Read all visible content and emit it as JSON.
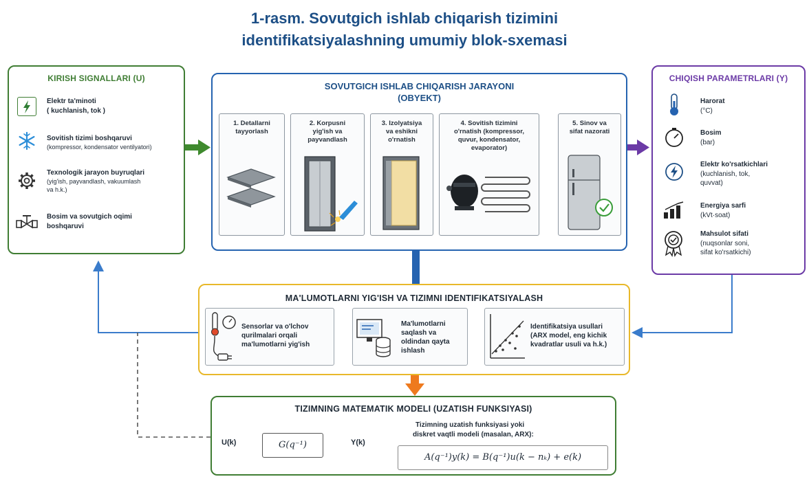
{
  "title": {
    "line1": "1-rasm. Sovutgich ishlab chiqarish tizimini",
    "line2": "identifikatsiyalashning umumiy blok-sxemasi"
  },
  "inputs": {
    "title": "KIRISH SIGNALLARI (U)",
    "items": [
      {
        "icon": "lightning-icon",
        "line1": "Elektr ta'minoti",
        "line2": "( kuchlanish, tok )"
      },
      {
        "icon": "snowflake-icon",
        "line1": "Sovitish tizimi boshqaruvi",
        "line2": "(kompressor, kondensator ventilyatori)"
      },
      {
        "icon": "gear-icon",
        "line1": "Texnologik jarayon buyruqlari",
        "line2": "(yig'ish, payvandlash, vakuumlash",
        "line3": "va h.k.)"
      },
      {
        "icon": "valve-icon",
        "line1": "Bosim va sovutgich oqimi",
        "line2": "boshqaruvi"
      }
    ]
  },
  "process": {
    "title1": "SOVUTGICH ISHLAB CHIQARISH JARAYONI",
    "title2": "(OBYEKT)",
    "steps": [
      {
        "l1": "1. Detallarni",
        "l2": "tayyorlash",
        "l3": "",
        "l4": ""
      },
      {
        "l1": "2. Korpusni",
        "l2": "yig'ish va",
        "l3": "payvandlash",
        "l4": ""
      },
      {
        "l1": "3. Izolyatsiya",
        "l2": "va eshikni",
        "l3": "o'rnatish",
        "l4": ""
      },
      {
        "l1": "4. Sovitish tizimini",
        "l2": "o'rnatish (kompressor,",
        "l3": "quvur, kondensator,",
        "l4": "evaporator)"
      },
      {
        "l1": "5. Sinov va",
        "l2": "sifat nazorati",
        "l3": "",
        "l4": ""
      }
    ]
  },
  "outputs": {
    "title": "CHIQISH PARAMETRLARI (Y)",
    "items": [
      {
        "icon": "thermometer-icon",
        "line1": "Harorat",
        "line2": "(°C)",
        "line3": ""
      },
      {
        "icon": "gauge-icon",
        "line1": "Bosim",
        "line2": "(bar)",
        "line3": ""
      },
      {
        "icon": "lightning-circle-icon",
        "line1": "Elektr ko'rsatkichlari",
        "line2": "(kuchlanish, tok,",
        "line3": "quvvat)"
      },
      {
        "icon": "bar-chart-icon",
        "line1": "Energiya sarfi",
        "line2": "(kVt·soat)",
        "line3": ""
      },
      {
        "icon": "quality-badge-icon",
        "line1": "Mahsulot sifati",
        "line2": "(nuqsonlar soni,",
        "line3": "sifat ko'rsatkichi)"
      }
    ]
  },
  "data_collection": {
    "title": "MA'LUMOTLARNI YIG'ISH VA TIZIMNI IDENTIFIKATSIYALASH",
    "boxes": [
      {
        "l1": "Sensorlar va o'lchov",
        "l2": "qurilmalari orqali",
        "l3": "ma'lumotlarni yig'ish",
        "l4": ""
      },
      {
        "l1": "Ma'lumotlarni",
        "l2": "saqlash va",
        "l3": "oldindan qayta",
        "l4": "ishlash"
      },
      {
        "l1": "Identifikatsiya usullari",
        "l2": "(ARX model, eng kichik",
        "l3": "kvadratlar usuli va h.k.)",
        "l4": ""
      }
    ]
  },
  "model": {
    "title": "TIZIMNING MATEMATIK MODELI (UZATISH FUNKSIYASI)",
    "input_label": "U(k)",
    "output_label": "Y(k)",
    "block_label": "G(q⁻¹)",
    "desc_line1": "Tizimning uzatish funksiyasi yoki",
    "desc_line2": "diskret vaqtli modeli (masalan, ARX):",
    "equation": "A(q⁻¹)y(k) = B(q⁻¹)u(k − nₖ) + e(k)"
  },
  "colors": {
    "green": "#3f7d33",
    "blue": "#2563b0",
    "purple": "#6b3aa6",
    "gold": "#e8b82a",
    "orange": "#ee7a1e",
    "arrow_blue": "#3a7ccb"
  }
}
